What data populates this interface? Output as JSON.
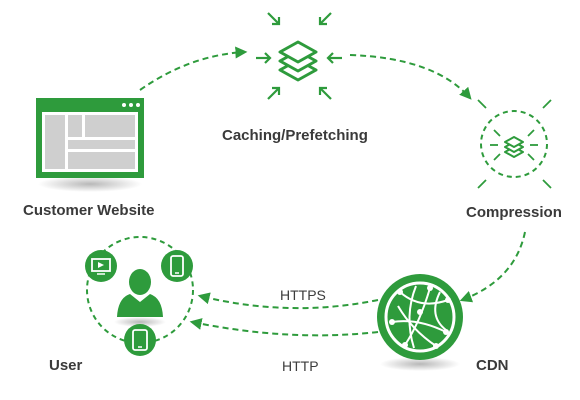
{
  "diagram": {
    "nodes": {
      "caching": {
        "label": "Caching/Prefetching",
        "icon": "layers-icon"
      },
      "website": {
        "label": "Customer Website",
        "icon": "browser-window-icon"
      },
      "compression": {
        "label": "Compression",
        "icon": "compression-icon"
      },
      "cdn": {
        "label": "CDN",
        "icon": "network-globe-icon"
      },
      "user": {
        "label": "User",
        "icon": "user-icon"
      }
    },
    "user_devices": [
      "video-player-icon",
      "smartphone-icon",
      "tablet-icon"
    ],
    "links": {
      "https": "HTTPS",
      "http": "HTTP"
    },
    "colors": {
      "accent": "#2e9b3c",
      "dark_accent": "#1f7a2b",
      "screen_gray": "#cfcfcf"
    }
  }
}
